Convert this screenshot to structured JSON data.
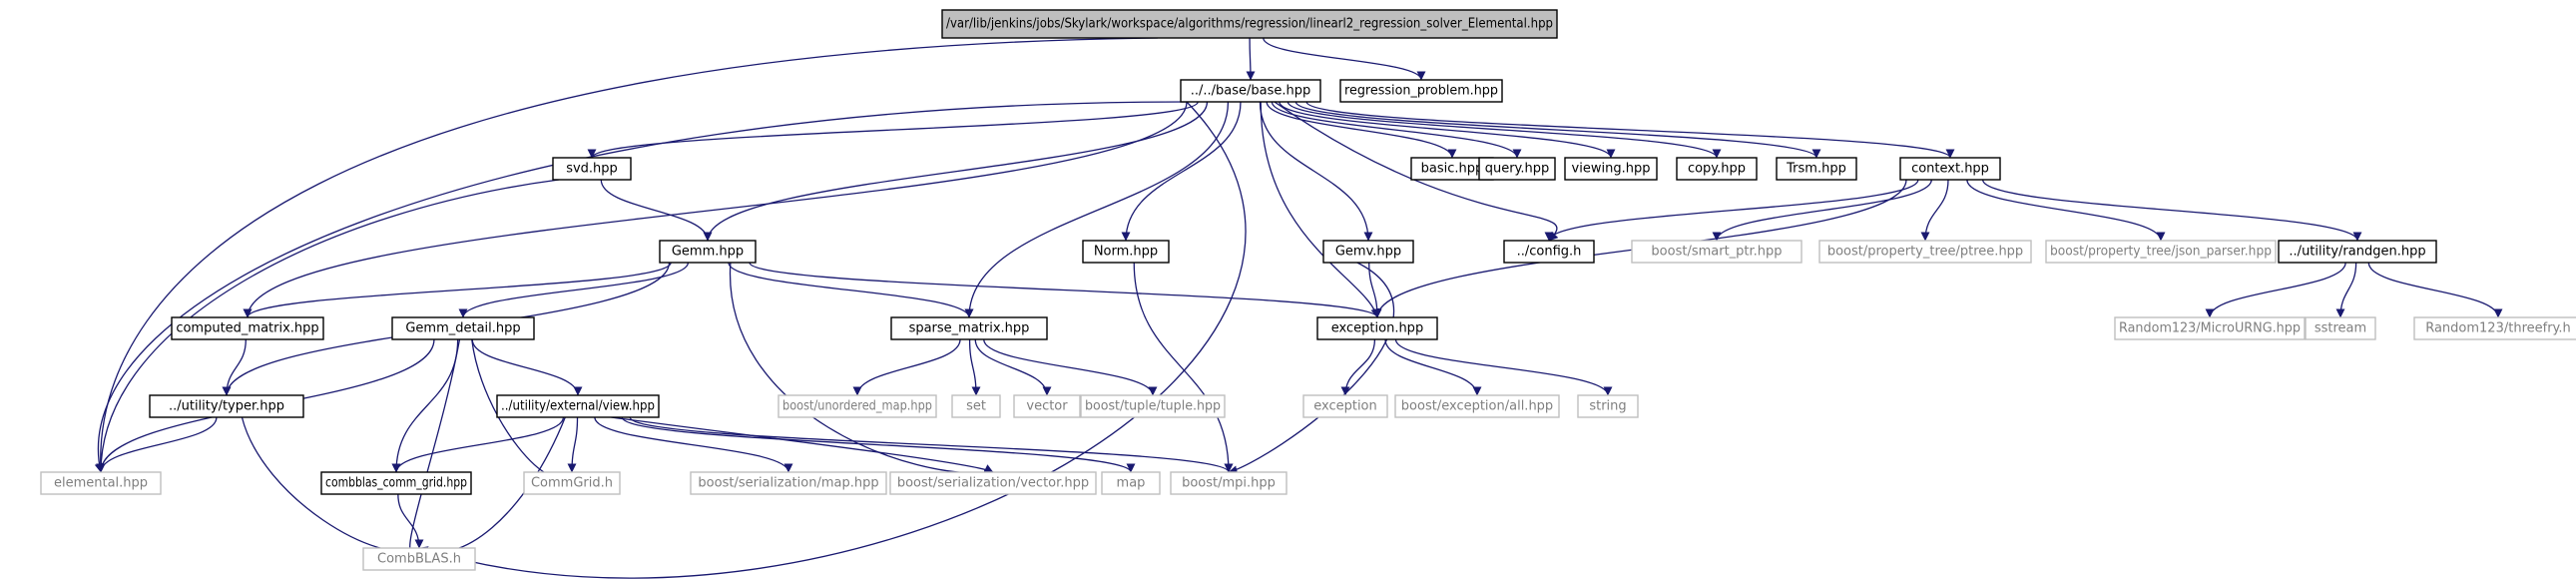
{
  "colors": {
    "background": "#ffffff",
    "edge": "#191970",
    "root_fill": "#bfbfbf",
    "node_border": "#000000",
    "ext_border": "#bfbfbf",
    "ext_text": "#7f7f7f",
    "text": "#000000"
  },
  "nodes": [
    {
      "id": "root",
      "label": "/var/lib/jenkins/jobs/Skylark/workspace/algorithms/regression/linearl2_regression_solver_Elemental.hpp",
      "kind": "root"
    },
    {
      "id": "base",
      "label": "../../base/base.hpp",
      "kind": "file"
    },
    {
      "id": "regression_problem",
      "label": "regression_problem.hpp",
      "kind": "file"
    },
    {
      "id": "svd",
      "label": "svd.hpp",
      "kind": "file"
    },
    {
      "id": "basic",
      "label": "basic.hpp",
      "kind": "file"
    },
    {
      "id": "query",
      "label": "query.hpp",
      "kind": "file"
    },
    {
      "id": "viewing",
      "label": "viewing.hpp",
      "kind": "file"
    },
    {
      "id": "copy",
      "label": "copy.hpp",
      "kind": "file"
    },
    {
      "id": "trsm",
      "label": "Trsm.hpp",
      "kind": "file"
    },
    {
      "id": "context",
      "label": "context.hpp",
      "kind": "file"
    },
    {
      "id": "gemm",
      "label": "Gemm.hpp",
      "kind": "file"
    },
    {
      "id": "norm",
      "label": "Norm.hpp",
      "kind": "file"
    },
    {
      "id": "gemv",
      "label": "Gemv.hpp",
      "kind": "file"
    },
    {
      "id": "config",
      "label": "../config.h",
      "kind": "file"
    },
    {
      "id": "smart_ptr",
      "label": "boost/smart_ptr.hpp",
      "kind": "external"
    },
    {
      "id": "ptree",
      "label": "boost/property_tree/ptree.hpp",
      "kind": "external"
    },
    {
      "id": "json_parser",
      "label": "boost/property_tree/json_parser.hpp",
      "kind": "external"
    },
    {
      "id": "randgen",
      "label": "../utility/randgen.hpp",
      "kind": "file"
    },
    {
      "id": "computed_matrix",
      "label": "computed_matrix.hpp",
      "kind": "file"
    },
    {
      "id": "gemm_detail",
      "label": "Gemm_detail.hpp",
      "kind": "file"
    },
    {
      "id": "sparse_matrix",
      "label": "sparse_matrix.hpp",
      "kind": "file"
    },
    {
      "id": "exception_hpp",
      "label": "exception.hpp",
      "kind": "file"
    },
    {
      "id": "microurng",
      "label": "Random123/MicroURNG.hpp",
      "kind": "external"
    },
    {
      "id": "sstream",
      "label": "sstream",
      "kind": "external"
    },
    {
      "id": "threefry",
      "label": "Random123/threefry.h",
      "kind": "external"
    },
    {
      "id": "typer",
      "label": "../utility/typer.hpp",
      "kind": "file"
    },
    {
      "id": "ext_view",
      "label": "../utility/external/view.hpp",
      "kind": "file"
    },
    {
      "id": "unordered_map",
      "label": "boost/unordered_map.hpp",
      "kind": "external"
    },
    {
      "id": "set",
      "label": "set",
      "kind": "external"
    },
    {
      "id": "vector",
      "label": "vector",
      "kind": "external"
    },
    {
      "id": "tuple",
      "label": "boost/tuple/tuple.hpp",
      "kind": "external"
    },
    {
      "id": "exception_std",
      "label": "exception",
      "kind": "external"
    },
    {
      "id": "exception_all",
      "label": "boost/exception/all.hpp",
      "kind": "external"
    },
    {
      "id": "string",
      "label": "string",
      "kind": "external"
    },
    {
      "id": "elemental",
      "label": "elemental.hpp",
      "kind": "external"
    },
    {
      "id": "combblas_grid",
      "label": "combblas_comm_grid.hpp",
      "kind": "file"
    },
    {
      "id": "commgrid",
      "label": "CommGrid.h",
      "kind": "external"
    },
    {
      "id": "ser_map",
      "label": "boost/serialization/map.hpp",
      "kind": "external"
    },
    {
      "id": "ser_vector",
      "label": "boost/serialization/vector.hpp",
      "kind": "external"
    },
    {
      "id": "map",
      "label": "map",
      "kind": "external"
    },
    {
      "id": "mpi",
      "label": "boost/mpi.hpp",
      "kind": "external"
    },
    {
      "id": "combblas",
      "label": "CombBLAS.h",
      "kind": "external"
    }
  ],
  "edges": [
    [
      "root",
      "base"
    ],
    [
      "root",
      "regression_problem"
    ],
    [
      "root",
      "elemental"
    ],
    [
      "base",
      "svd"
    ],
    [
      "base",
      "basic"
    ],
    [
      "base",
      "query"
    ],
    [
      "base",
      "viewing"
    ],
    [
      "base",
      "copy"
    ],
    [
      "base",
      "trsm"
    ],
    [
      "base",
      "context"
    ],
    [
      "base",
      "gemm"
    ],
    [
      "base",
      "norm"
    ],
    [
      "base",
      "gemv"
    ],
    [
      "base",
      "config"
    ],
    [
      "base",
      "elemental"
    ],
    [
      "base",
      "computed_matrix"
    ],
    [
      "base",
      "sparse_matrix"
    ],
    [
      "base",
      "exception_hpp"
    ],
    [
      "base",
      "combblas"
    ],
    [
      "svd",
      "gemm"
    ],
    [
      "svd",
      "elemental"
    ],
    [
      "context",
      "config"
    ],
    [
      "context",
      "smart_ptr"
    ],
    [
      "context",
      "ptree"
    ],
    [
      "context",
      "json_parser"
    ],
    [
      "context",
      "randgen"
    ],
    [
      "context",
      "exception_hpp"
    ],
    [
      "randgen",
      "microurng"
    ],
    [
      "randgen",
      "sstream"
    ],
    [
      "randgen",
      "threefry"
    ],
    [
      "gemm",
      "computed_matrix"
    ],
    [
      "gemm",
      "gemm_detail"
    ],
    [
      "gemm",
      "sparse_matrix"
    ],
    [
      "gemm",
      "exception_hpp"
    ],
    [
      "gemm",
      "typer"
    ],
    [
      "gemm",
      "ser_vector"
    ],
    [
      "gemv",
      "exception_hpp"
    ],
    [
      "gemv",
      "mpi"
    ],
    [
      "norm",
      "mpi"
    ],
    [
      "computed_matrix",
      "typer"
    ],
    [
      "typer",
      "elemental"
    ],
    [
      "typer",
      "combblas"
    ],
    [
      "gemm_detail",
      "ext_view"
    ],
    [
      "gemm_detail",
      "elemental"
    ],
    [
      "gemm_detail",
      "combblas_grid"
    ],
    [
      "gemm_detail",
      "commgrid"
    ],
    [
      "gemm_detail",
      "combblas"
    ],
    [
      "sparse_matrix",
      "unordered_map"
    ],
    [
      "sparse_matrix",
      "set"
    ],
    [
      "sparse_matrix",
      "vector"
    ],
    [
      "sparse_matrix",
      "tuple"
    ],
    [
      "exception_hpp",
      "exception_std"
    ],
    [
      "exception_hpp",
      "exception_all"
    ],
    [
      "exception_hpp",
      "string"
    ],
    [
      "ext_view",
      "combblas_grid"
    ],
    [
      "ext_view",
      "commgrid"
    ],
    [
      "ext_view",
      "ser_map"
    ],
    [
      "ext_view",
      "ser_vector"
    ],
    [
      "ext_view",
      "map"
    ],
    [
      "ext_view",
      "mpi"
    ],
    [
      "ext_view",
      "combblas"
    ],
    [
      "combblas_grid",
      "combblas"
    ]
  ]
}
